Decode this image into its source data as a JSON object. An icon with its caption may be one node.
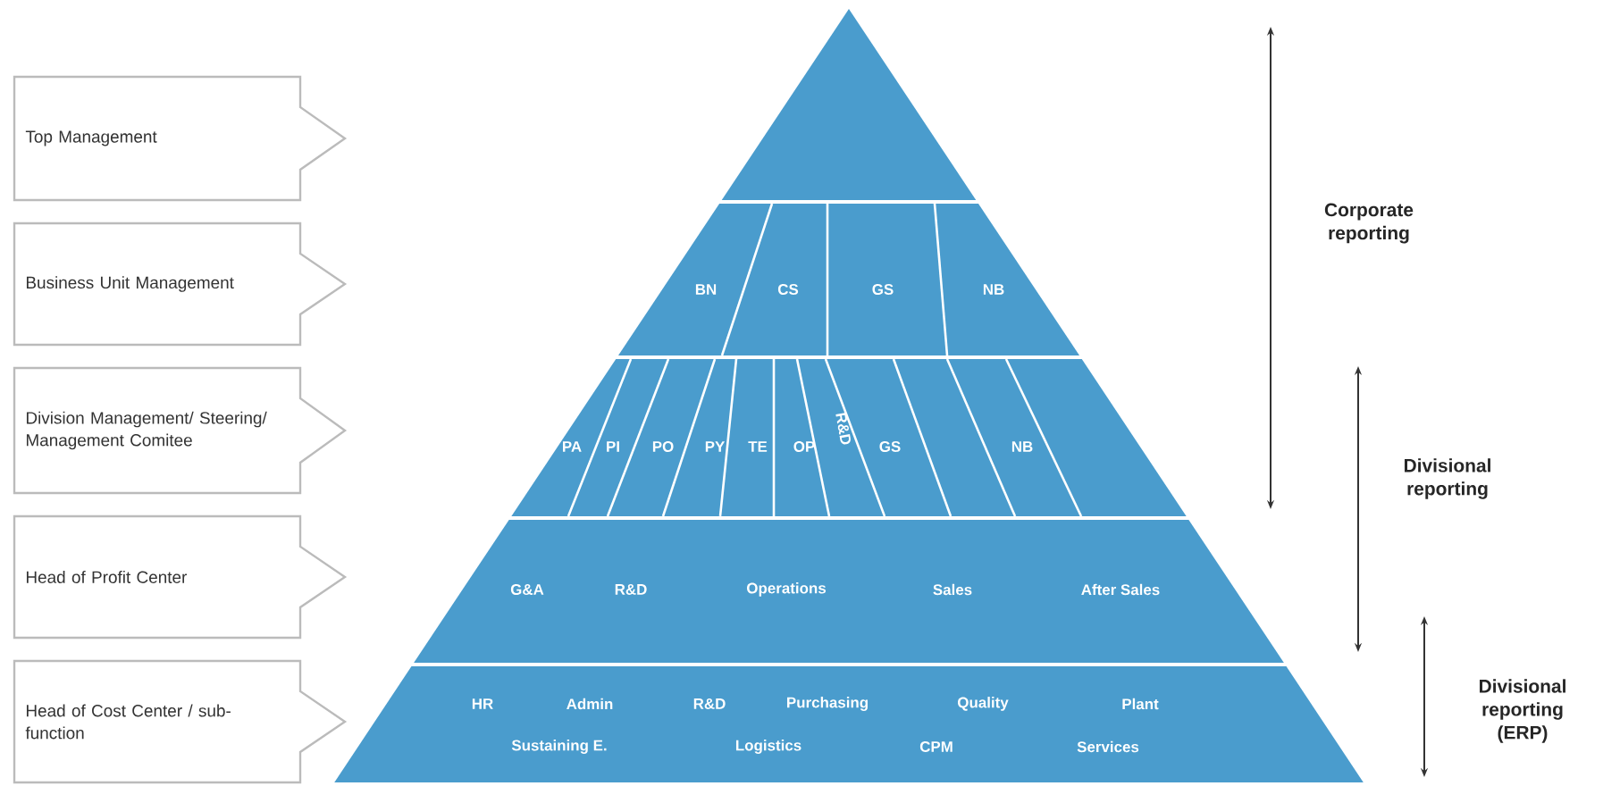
{
  "diagram": {
    "nodes": [
      {
        "text": [
          "Top Management"
        ]
      },
      {
        "text": [
          "Business Unit Management"
        ]
      },
      {
        "text": [
          "Division Management/ Steering/ Management Comitee"
        ]
      },
      {
        "text": [
          "Head of Profit Center"
        ]
      },
      {
        "text": [
          "Head of Cost Center / sub-function"
        ]
      },
      {
        "text": [],
        "shape": "triangle"
      },
      {
        "text": [
          "BN",
          "CS",
          "GS",
          "NB"
        ]
      },
      {
        "text": [
          "PA",
          "PI",
          "PO",
          "PY",
          "TE",
          "OP",
          "R&D",
          "GS",
          "NB"
        ]
      },
      {
        "text": [
          "G&A",
          "R&D",
          "Operations",
          "Sales",
          "After Sales"
        ]
      },
      {
        "text": [
          "HR",
          "Admin",
          "R&D",
          "Purchasing",
          "Quality",
          "Plant",
          "Sustaining E.",
          "Logistics",
          "CPM",
          "Services"
        ]
      }
    ],
    "edges": [],
    "labels": [
      "Corporate reporting",
      "Divisional reporting",
      "Divisional reporting (ERP)"
    ]
  }
}
